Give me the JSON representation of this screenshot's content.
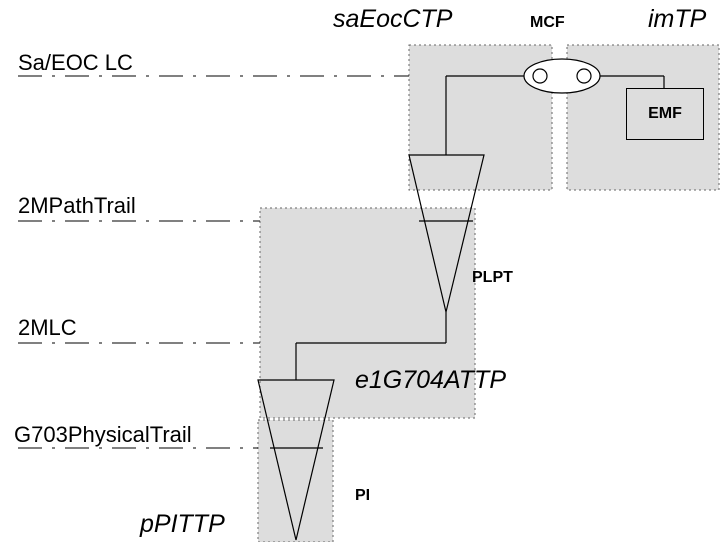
{
  "diagram": {
    "layers": {
      "sa_eoc_lc": "Sa/EOC LC",
      "path_trail_2m": "2MPathTrail",
      "lc_2m": "2MLC",
      "g703_physical_trail": "G703PhysicalTrail"
    },
    "termination_points": {
      "sa_eoc_ctp": "saEocCTP",
      "im_tp": "imTP",
      "e1_g704_attp": "e1G704ATTP",
      "p_pi_ttp": "pPITTP"
    },
    "functions": {
      "mcf": "MCF",
      "emf": "EMF",
      "plpt": "PLPT",
      "pi": "PI"
    }
  },
  "colors": {
    "region_fill": "#dddddd",
    "region_border": "#666666",
    "line": "#000000"
  }
}
